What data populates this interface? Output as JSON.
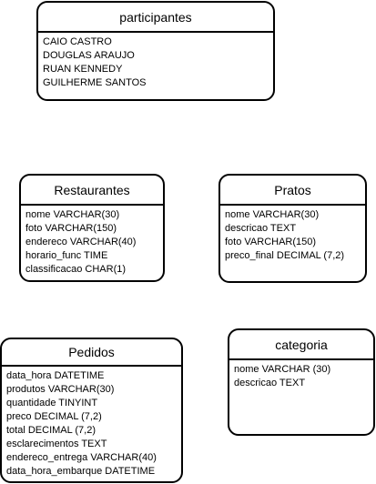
{
  "entities": {
    "participantes": {
      "title": "participantes",
      "rows": [
        "CAIO CASTRO",
        "DOUGLAS ARAUJO",
        "RUAN KENNEDY",
        "GUILHERME SANTOS"
      ]
    },
    "restaurantes": {
      "title": "Restaurantes",
      "rows": [
        "nome VARCHAR(30)",
        "foto VARCHAR(150)",
        "endereco VARCHAR(40)",
        "horario_func TIME",
        "classificacao CHAR(1)"
      ]
    },
    "pratos": {
      "title": "Pratos",
      "rows": [
        "nome VARCHAR(30)",
        "descricao TEXT",
        "foto VARCHAR(150)",
        "preco_final DECIMAL (7,2)"
      ]
    },
    "pedidos": {
      "title": "Pedidos",
      "rows": [
        "data_hora DATETIME",
        "produtos VARCHAR(30)",
        "quantidade TINYINT",
        "preco DECIMAL (7,2)",
        "total DECIMAL (7,2)",
        "esclarecimentos TEXT",
        "endereco_entrega VARCHAR(40)",
        "data_hora_embarque DATETIME"
      ]
    },
    "categoria": {
      "title": "categoria",
      "rows": [
        "nome VARCHAR (30)",
        "descricao TEXT"
      ]
    }
  }
}
